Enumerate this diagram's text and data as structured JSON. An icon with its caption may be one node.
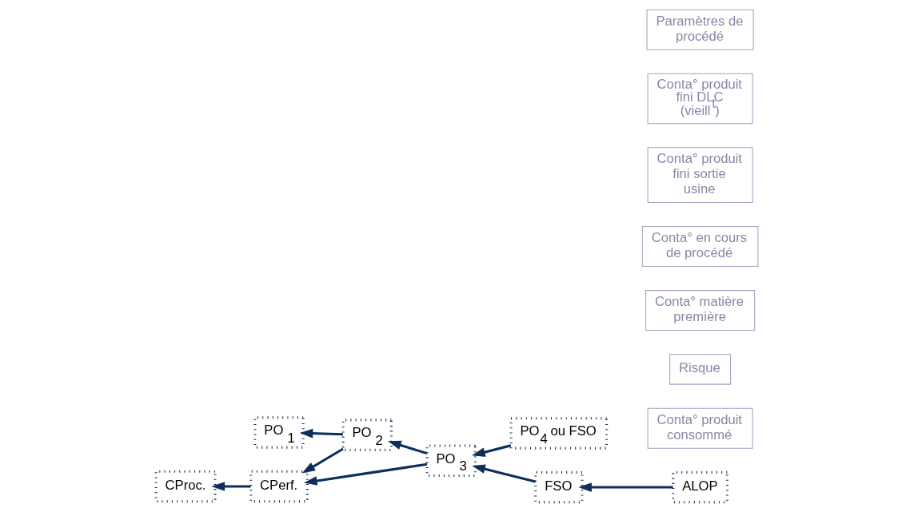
{
  "diagram": {
    "nodes": [
      {
        "text": [
          "FSO"
        ]
      },
      {
        "text": [
          "ALOP"
        ]
      },
      {
        "text": [
          "PO $_{1}$"
        ]
      },
      {
        "text": [
          "PO $_{2}$"
        ]
      },
      {
        "text": [
          "PO $_{3}$"
        ]
      },
      {
        "text": [
          "Conta° produit consommé"
        ]
      },
      {
        "text": [
          "Risque"
        ]
      },
      {
        "text": [
          "Conta° matière première"
        ]
      },
      {
        "text": [
          "Conta° en cours de procédé"
        ]
      },
      {
        "text": [
          "Conta° produit fini sortie usine"
        ]
      },
      {
        "text": [
          "CPerf."
        ]
      },
      {
        "text": [
          "Conta° produit fini DLC (vieill$^{t}$)"
        ]
      },
      {
        "text": [
          "Paramètres de procédé"
        ]
      },
      {
        "text": [
          "PO$_{4}$ ou FSO"
        ]
      },
      {
        "text": [
          "CProc."
        ]
      }
    ],
    "edges": [
      {
        "from": 1,
        "to": 0,
        "arrow": "to"
      },
      {
        "from": 0,
        "to": 4,
        "arrow": "to"
      },
      {
        "from": 4,
        "to": 3,
        "arrow": "to"
      },
      {
        "from": 3,
        "to": 2,
        "arrow": "to"
      },
      {
        "from": 3,
        "to": 10,
        "arrow": "to"
      },
      {
        "from": 4,
        "to": 10,
        "arrow": "to"
      },
      {
        "from": 10,
        "to": 14,
        "arrow": "to"
      },
      {
        "from": 13,
        "to": 4,
        "arrow": "to"
      }
    ]
  }
}
